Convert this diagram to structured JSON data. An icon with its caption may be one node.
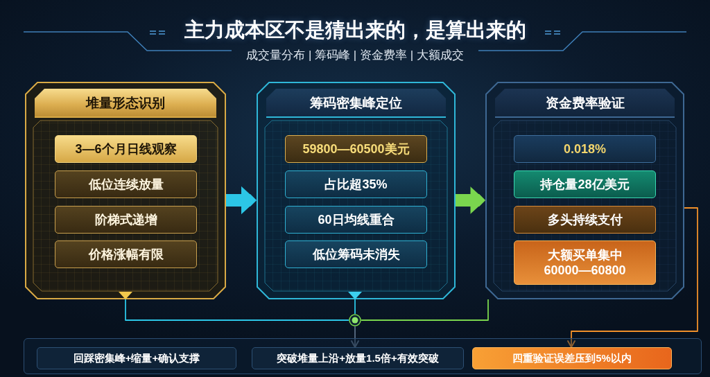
{
  "diagram": {
    "title": "主力成本区不是猜出来的，是算出来的",
    "nodes": [
      {
        "text": [
          "堆量形态识别"
        ]
      },
      {
        "text": [
          "3—6个月日线观察"
        ],
        "in": 0
      },
      {
        "text": [
          "低位连续放量"
        ],
        "in": 0
      },
      {
        "text": [
          "阶梯式递增"
        ],
        "in": 0
      },
      {
        "text": [
          "价格涨幅有限"
        ],
        "in": 0
      },
      {
        "text": [],
        "shape": "triangle",
        "in": 0
      },
      {
        "text": [
          "筹码密集峰定位"
        ]
      },
      {
        "text": [
          "59800—60500美元"
        ],
        "in": 6
      },
      {
        "text": [
          "占比超35%"
        ],
        "in": 6
      },
      {
        "text": [
          "60日均线重合"
        ],
        "in": 6
      },
      {
        "text": [
          "低位筹码未消失"
        ],
        "in": 6
      },
      {
        "text": [],
        "shape": "triangle",
        "in": 6
      },
      {
        "text": [
          "资金费率验证"
        ]
      },
      {
        "text": [
          "0.018%"
        ],
        "in": 12
      },
      {
        "text": [
          "持仓量28亿美元"
        ],
        "in": 12
      },
      {
        "text": [
          "多头持续支付"
        ],
        "in": 12
      },
      {
        "text": [
          "大额买单集中60000—60800"
        ],
        "in": 12
      },
      {
        "text": [],
        "shape": "circle"
      },
      {
        "text": [],
        "shape": "box"
      },
      {
        "text": [
          "回踩密集峰+缩量+确认支撑"
        ],
        "in": 18
      },
      {
        "text": [
          "突破堆量上沿+放量1.5倍+有效突破"
        ],
        "in": 18
      },
      {
        "text": [
          "四重验证误差压到5%以内"
        ],
        "in": 18
      }
    ],
    "edges": [
      {
        "from": 0,
        "to": 6,
        "arrow": "to",
        "style": "thick"
      },
      {
        "from": 6,
        "to": 12,
        "arrow": "to",
        "style": "thick",
        "color": "#7ad64e"
      },
      {
        "from": 5,
        "to": 17,
        "arrow": "none"
      },
      {
        "from": 11,
        "to": 17,
        "arrow": "none"
      },
      {
        "from": 12,
        "to": 17,
        "arrow": "none",
        "color": "#7ad64e"
      },
      {
        "from": 17,
        "to": 20,
        "arrow": "to",
        "color": "#5b6f86"
      },
      {
        "from": 12,
        "to": 21,
        "arrow": "to",
        "color": "#f0902a"
      }
    ],
    "labels": [
      "成交量分布 | 筹码峰 | 资金费率 | 大额成交"
    ]
  }
}
